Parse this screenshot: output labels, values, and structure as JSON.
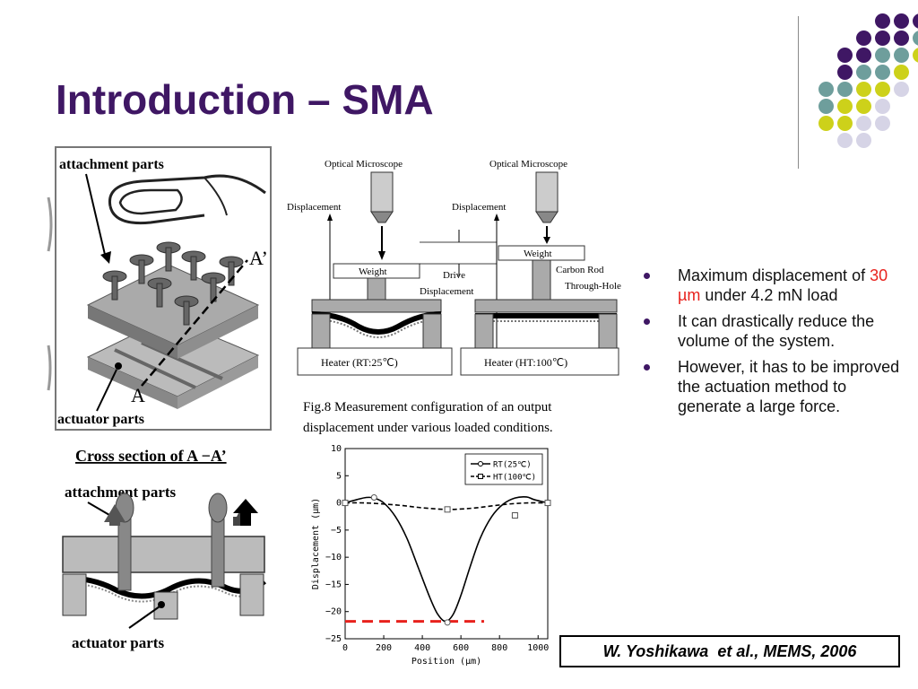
{
  "slide": {
    "title": "Introduction – SMA",
    "citation": "W. Yoshikawa  et al., MEMS, 2006"
  },
  "palette": {
    "purple": "#3f1764",
    "teal": "#6e9e9c",
    "yellow": "#cdd11a",
    "lavender": "#d6d4e6",
    "highlight": "#e8221d"
  },
  "bullets": [
    {
      "pre": "Maximum displacement of ",
      "highlight": "30 µm",
      "post": " under 4.2 mN load"
    },
    {
      "pre": "It can drastically reduce the volume of the system.",
      "highlight": "",
      "post": ""
    },
    {
      "pre": "However, it has to be improved the actuation method to generate a large force.",
      "highlight": "",
      "post": ""
    }
  ],
  "figure_left": {
    "attachment_parts": "attachment parts",
    "actuator_parts": "actuator parts",
    "a_prime": "A’",
    "a": "A",
    "cross_section": "Cross section of A −A’",
    "attachment_parts_2": "attachment parts",
    "actuator_parts_2": "actuator parts"
  },
  "figure_setup": {
    "microscope_left": "Optical Microscope",
    "microscope_right": "Optical Microscope",
    "displacement_left": "Displacement",
    "displacement_right": "Displacement",
    "weight_left": "Weight",
    "weight_right": "Weight",
    "drive": "Drive",
    "drive_displacement": "Displacement",
    "carbon_rod": "Carbon Rod",
    "through_hole": "Through-Hole",
    "heater_left": "Heater (RT:25℃)",
    "heater_right": "Heater (HT:100℃)",
    "caption_line1": "Fig.8 Measurement configuration of an output",
    "caption_line2": "displacement under various loaded conditions."
  },
  "chart_data": {
    "type": "line",
    "xlabel": "Position (µm)",
    "ylabel": "Displacement (µm)",
    "xlim": [
      0,
      1050
    ],
    "ylim": [
      -25,
      10
    ],
    "xticks": [
      "0",
      "200",
      "400",
      "600",
      "800",
      "1000"
    ],
    "yticks": [
      "10",
      "5",
      "0",
      "−5",
      "−10",
      "−15",
      "−20",
      "−25"
    ],
    "legend": [
      "RT(25℃)",
      "HT(100℃)"
    ],
    "legend_position": "top-right",
    "series": [
      {
        "name": "RT(25℃)",
        "style": "solid",
        "x": [
          0,
          60,
          110,
          150,
          200,
          260,
          320,
          380,
          440,
          480,
          520,
          560,
          600,
          650,
          700,
          760,
          820,
          880,
          940,
          980,
          1050
        ],
        "y": [
          0,
          0.6,
          1.0,
          0.9,
          0,
          -2.5,
          -6.5,
          -12,
          -17.5,
          -20.5,
          -21.8,
          -20.5,
          -17,
          -11.5,
          -6.5,
          -2.5,
          -0.2,
          0.9,
          1.1,
          0.6,
          0
        ],
        "markers": {
          "x": [
            0,
            150,
            530,
            1050
          ],
          "y": [
            0,
            1,
            -22,
            0
          ]
        }
      },
      {
        "name": "HT(100℃)",
        "style": "dashed",
        "x": [
          0,
          100,
          200,
          300,
          400,
          530,
          650,
          750,
          850,
          950,
          1050
        ],
        "y": [
          0,
          0,
          -0.2,
          -0.5,
          -0.9,
          -1.2,
          -1.0,
          -0.6,
          -0.2,
          0,
          0
        ],
        "markers": {
          "x": [
            0,
            530,
            880,
            1050
          ],
          "y": [
            0,
            -1.2,
            -2.3,
            0
          ]
        }
      }
    ],
    "reference_line": {
      "y": -21.8,
      "x_start": 0,
      "x_end": 720,
      "color": "#e8221d"
    }
  }
}
